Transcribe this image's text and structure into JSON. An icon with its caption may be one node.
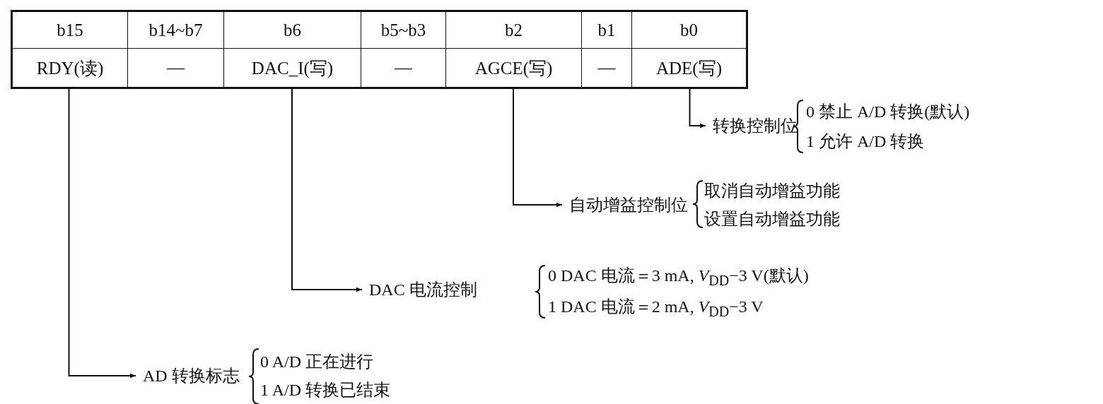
{
  "diagram": {
    "nodes": [
      {
        "text": [
          "b15"
        ]
      },
      {
        "text": [
          "b14~b7"
        ]
      },
      {
        "text": [
          "b6"
        ]
      },
      {
        "text": [
          "b5~b3"
        ]
      },
      {
        "text": [
          "b2"
        ]
      },
      {
        "text": [
          "b1"
        ]
      },
      {
        "text": [
          "b0"
        ]
      },
      {
        "text": [
          "RDY(读)"
        ]
      },
      {
        "text": [
          "—"
        ]
      },
      {
        "text": [
          "DAC_I(写)"
        ]
      },
      {
        "text": [
          "—"
        ]
      },
      {
        "text": [
          "AGCE(写)"
        ]
      },
      {
        "text": [
          "—"
        ]
      },
      {
        "text": [
          "ADE(写)"
        ]
      },
      {
        "text": [
          "转换控制位"
        ]
      },
      {
        "text": [
          "自动增益控制位"
        ]
      },
      {
        "text": [
          "DAC 电流控制"
        ]
      },
      {
        "text": [
          "AD 转换标志"
        ]
      }
    ],
    "edges": [
      {
        "from": 13,
        "to": 14,
        "arrow": "to"
      },
      {
        "from": 11,
        "to": 15,
        "arrow": "to"
      },
      {
        "from": 9,
        "to": 16,
        "arrow": "to"
      },
      {
        "from": 7,
        "to": 17,
        "arrow": "to"
      }
    ],
    "labels": [
      "0 禁止 A/D 转换(默认)",
      "1 允许 A/D 转换",
      "取消自动增益功能",
      "设置自动增益功能",
      "0 DAC 电流＝3 mA, *V*$_{DD}$−3 V(默认)",
      "1 DAC 电流＝2 mA, *V*$_{DD}$−3 V",
      "0 A/D 正在进行",
      "1 A/D 转换已结束"
    ]
  }
}
